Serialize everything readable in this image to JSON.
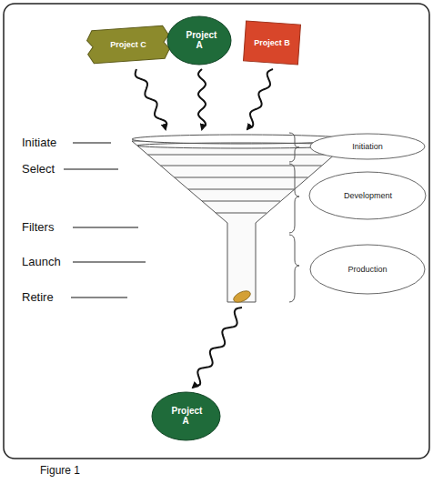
{
  "diagram": {
    "caption": "Figure 1",
    "nodes": [
      {
        "text": [
          "Project C"
        ]
      },
      {
        "text": [
          "Project A"
        ]
      },
      {
        "text": [
          "Project B"
        ]
      },
      {
        "text": [
          "Initiation"
        ]
      },
      {
        "text": [
          "Development"
        ]
      },
      {
        "text": [
          "Production"
        ]
      },
      {
        "text": [
          "Project A"
        ]
      }
    ],
    "labels": [
      "Initiate",
      "Select",
      "Filters",
      "Launch",
      "Retire"
    ]
  }
}
